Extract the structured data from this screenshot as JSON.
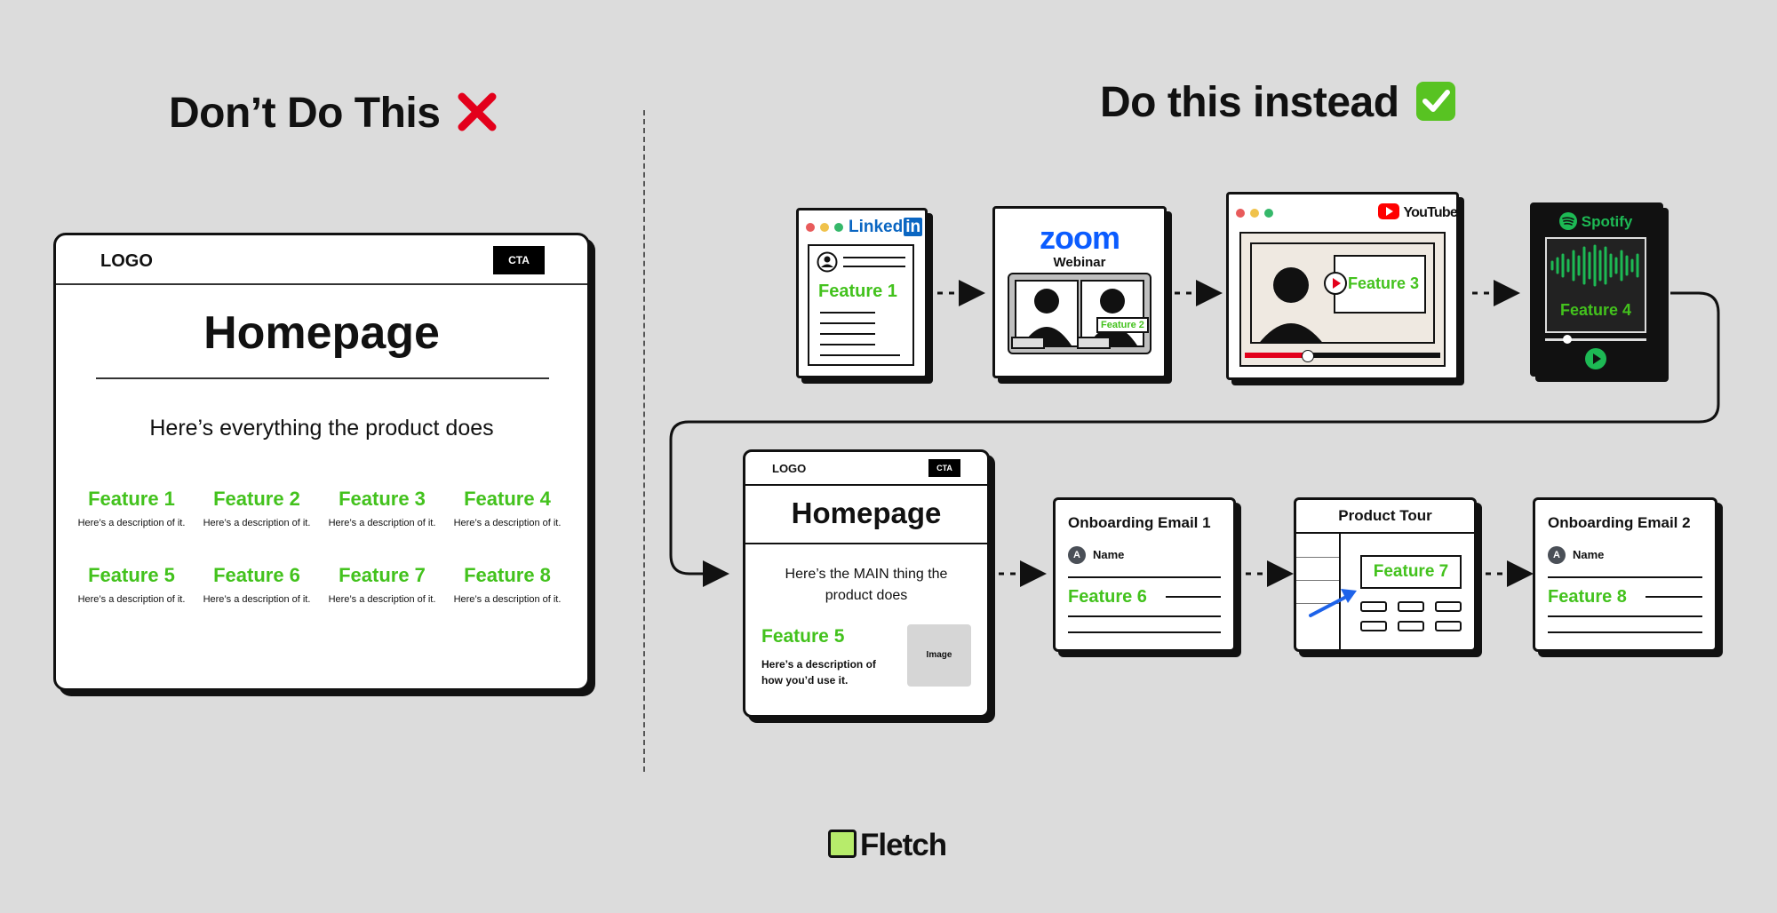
{
  "left": {
    "heading": "Don’t Do This",
    "heading_icon": "red-cross-mark",
    "logo": "LOGO",
    "cta": "CTA",
    "title": "Homepage",
    "subtitle": "Here’s everything the product does",
    "features": [
      {
        "title": "Feature 1",
        "desc": "Here’s a description of it."
      },
      {
        "title": "Feature 2",
        "desc": "Here’s a description of it."
      },
      {
        "title": "Feature 3",
        "desc": "Here’s a description of it."
      },
      {
        "title": "Feature 4",
        "desc": "Here’s a description of it."
      },
      {
        "title": "Feature 5",
        "desc": "Here’s a description of it."
      },
      {
        "title": "Feature 6",
        "desc": "Here’s a description of it."
      },
      {
        "title": "Feature 7",
        "desc": "Here’s a description of it."
      },
      {
        "title": "Feature 8",
        "desc": "Here’s a description of it."
      }
    ]
  },
  "right": {
    "heading": "Do this instead",
    "heading_icon": "green-check-mark",
    "linkedin": {
      "brand": "Linked",
      "brand_in": "in",
      "feature": "Feature 1"
    },
    "zoom": {
      "brand": "zoom",
      "sub": "Webinar",
      "feature": "Feature 2"
    },
    "youtube": {
      "brand": "YouTube",
      "feature": "Feature 3"
    },
    "spotify": {
      "brand": "Spotify",
      "feature": "Feature 4"
    },
    "homepage": {
      "logo": "LOGO",
      "cta": "CTA",
      "title": "Homepage",
      "subtitle": "Here’s the MAIN thing the product does",
      "feature": "Feature 5",
      "desc": "Here’s a description of how you’d use it.",
      "image": "Image"
    },
    "email1": {
      "title": "Onboarding Email 1",
      "avatar": "A",
      "name": "Name",
      "feature": "Feature 6"
    },
    "tour": {
      "title": "Product Tour",
      "feature": "Feature 7"
    },
    "email2": {
      "title": "Onboarding Email 2",
      "avatar": "A",
      "name": "Name",
      "feature": "Feature 8"
    }
  },
  "footer": {
    "brand": "Fletch"
  },
  "colors": {
    "green": "#43c21d",
    "linkedin": "#0a66c2",
    "zoom": "#0b5cff",
    "youtube": "#ff0000",
    "spotify": "#1db954",
    "brand_square": "#b7ec6b"
  }
}
